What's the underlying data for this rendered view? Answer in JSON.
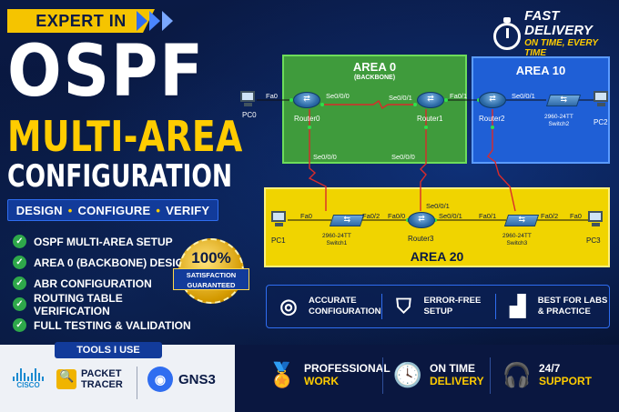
{
  "header": {
    "expert_in": "EXPERT IN",
    "title_1": "OSPF",
    "title_2": "MULTI-AREA",
    "title_3": "CONFIGURATION",
    "dcv": [
      "DESIGN",
      "CONFIGURE",
      "VERIFY"
    ]
  },
  "delivery": {
    "line1": "FAST DELIVERY",
    "line2": "ON TIME, EVERY TIME",
    "icon": "stopwatch-icon"
  },
  "features": [
    "OSPF MULTI-AREA SETUP",
    "AREA 0 (BACKBONE) DESIGN",
    "ABR CONFIGURATION",
    "ROUTING TABLE VERIFICATION",
    "FULL TESTING & VALIDATION"
  ],
  "seal": {
    "pct": "100%",
    "line1": "SATISFACTION",
    "line2": "GUARANTEED"
  },
  "diagram": {
    "area0": {
      "title": "AREA 0",
      "subtitle": "(BACKBONE)"
    },
    "area10": {
      "title": "AREA 10"
    },
    "area20": {
      "title": "AREA 20"
    },
    "devices": {
      "pc0": "PC0",
      "pc1": "PC1",
      "pc2": "PC2",
      "pc3": "PC3",
      "router0": "Router0",
      "router1": "Router1",
      "router2": "Router2",
      "router3": "Router3",
      "switch1_model": "2960-24TT",
      "switch1": "Switch1",
      "switch2_model": "2960-24TT",
      "switch2": "Switch2",
      "switch3_model": "2960-24TT",
      "switch3": "Switch3"
    },
    "ports": {
      "r0_fa0": "Fa0",
      "r0_se000": "Se0/0/0",
      "r1_se001": "Se0/0/1",
      "r1_fa01": "Fa0/1",
      "r2_se001": "Se0/0/1",
      "r0_down_se000": "Se0/0/0",
      "r1_down_se000": "Se0/0/0",
      "r3_se001": "Se0/0/1",
      "pc1_fa0": "Fa0",
      "sw1_fa02": "Fa0/2",
      "r3_fa00": "Fa0/0",
      "r3_se001b": "Se0/0/1",
      "sw3_fa01": "Fa0/1",
      "sw3_fa02": "Fa0/2",
      "pc3_fa0": "Fa0"
    }
  },
  "strip": [
    {
      "icon": "target-icon",
      "line1": "ACCURATE",
      "line2": "CONFIGURATION"
    },
    {
      "icon": "shield-check-icon",
      "line1": "ERROR-FREE",
      "line2": "SETUP"
    },
    {
      "icon": "bar-chart-icon",
      "line1": "BEST FOR LABS",
      "line2": "& PRACTICE"
    }
  ],
  "tools": {
    "title": "TOOLS I USE",
    "cisco": "CISCO",
    "pt_line1": "PACKET",
    "pt_line2": "TRACER",
    "gns3": "GNS3"
  },
  "bottom": [
    {
      "icon": "medal-icon",
      "line1": "PROFESSIONAL",
      "line2": "WORK"
    },
    {
      "icon": "clock-icon",
      "line1": "ON TIME",
      "line2": "DELIVERY"
    },
    {
      "icon": "headset-icon",
      "line1": "24/7",
      "line2": "SUPPORT"
    }
  ],
  "colors": {
    "accent": "#ffcc00",
    "brand_blue": "#123b9a",
    "area0": "#3f9b3c",
    "area10": "#1f5fd6",
    "area20": "#f0d400",
    "serial_link": "#d92b2b"
  }
}
